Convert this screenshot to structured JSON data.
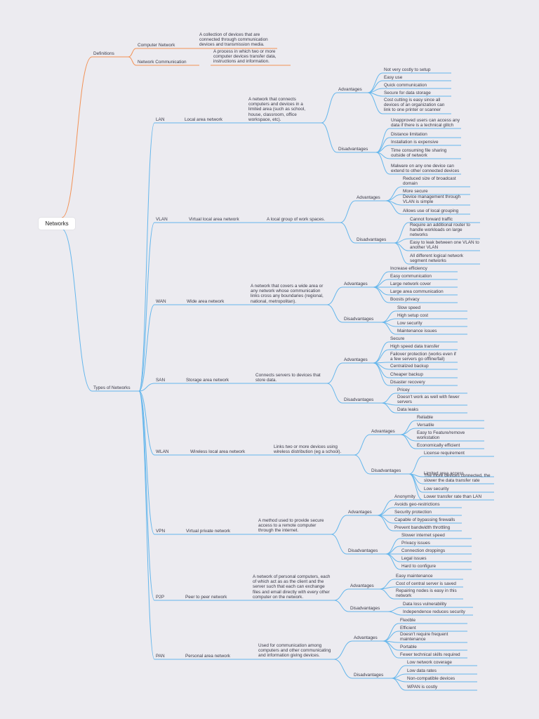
{
  "root": {
    "label": "Networks"
  },
  "colors": {
    "definitions": "#f29155",
    "types": "#64b6ec",
    "background": "#ecebf0"
  },
  "definitions": {
    "label": "Definitions",
    "items": [
      {
        "label": "Computer Network",
        "text": "A collection of devices that are connected through communication devices and transmission media."
      },
      {
        "label": "Network Communication",
        "text": "A process in which two or more computer devices transfer data, instructions and information."
      }
    ]
  },
  "types": {
    "label": "Types of Networks",
    "items": [
      {
        "abbr": "LAN",
        "name": "Local area network",
        "description": "A network that connects computers and devices in a limited area (such as school, house, classroom, office workspace, etc).",
        "advantages": [
          "Not very costly to setup",
          "Easy use",
          "Quick communication",
          "Secure for data storage",
          "Cost cutting is easy since all devices of an organization can link to one printer or scanner"
        ],
        "disadvantages": [
          "Unapproved users can access any data if there is a technical glitch",
          "Distance limitation",
          "Installation is expensive",
          "Time consuming file sharing outside of network",
          "Malware on any one device can extend to other connected devices"
        ]
      },
      {
        "abbr": "VLAN",
        "name": "Virtual local area network",
        "description": "A local group of work spaces.",
        "advantages": [
          "Reduced size of broadcast domain",
          "More secure",
          "Device management through VLAN is simple",
          "Allows use of local grouping"
        ],
        "disadvantages": [
          "Cannot forward traffic",
          "Require an additional router to handle workloads on large networks",
          "Easy to leak between one VLAN to another VLAN",
          "All different logical network segment networks"
        ]
      },
      {
        "abbr": "WAN",
        "name": "Wide area network",
        "description": "A network that covers a wide area or any network whose communication links cross any boundaries (regional, national, metropolitan).",
        "advantages": [
          "Increase efficiency",
          "Easy communication",
          "Large network cover",
          "Large area communication",
          "Boosts privacy"
        ],
        "disadvantages": [
          "Slow speed",
          "High setup cost",
          "Low security",
          "Maintenance issues"
        ]
      },
      {
        "abbr": "SAN",
        "name": "Storage area network",
        "description": "Connects servers to devices that store data.",
        "advantages": [
          "Secure",
          "High speed data transfer",
          "Failover protection (works even if a few servers go offline/fail)",
          "Centralized backup",
          "Cheaper backup",
          "Disaster recovery"
        ],
        "disadvantages": [
          "Pricey",
          "Doesn't work as well with fewer servers",
          "Data leaks"
        ]
      },
      {
        "abbr": "WLAN",
        "name": "Wireless local area network",
        "description": "Links two or more devices using wireless distribution (eg a school).",
        "advantages": [
          "Reliable",
          "Versatile",
          "Easy to Feature/remove workstation",
          "Economically efficient"
        ],
        "disadvantages": [
          "License requirement",
          "Limited area access",
          "The more devices connected, the slower the data transfer rate",
          "Low security",
          "Lower transfer rate than LAN"
        ]
      },
      {
        "abbr": "VPN",
        "name": "Virtual private network",
        "description": "A method used to provide secure access to a remote computer through the internet.",
        "advantages": [
          "Anonymity",
          "Avoids geo-restrictions",
          "Security protection",
          "Capable of bypassing firewalls",
          "Prevent bandwidth throttling"
        ],
        "disadvantages": [
          "Slower internet speed",
          "Privacy issues",
          "Connection droppings",
          "Legal issues",
          "Hard to configure"
        ]
      },
      {
        "abbr": "P2P",
        "name": "Peer to peer network",
        "description": "A network of personal computers, each of which act as as the client and the server such that each can exchange files and email directly with every other computer on the network.",
        "advantages": [
          "Easy maintenance",
          "Cost of central server is saved",
          "Repairing nodes is easy in this network"
        ],
        "disadvantages": [
          "Data loss vulnerability",
          "Independence reduces security"
        ]
      },
      {
        "abbr": "PAN",
        "name": "Personal area network",
        "description": "Used for communication among computers and other communicating and information giving devices.",
        "advantages": [
          "Flexible",
          "Efficient",
          "Doesn't require frequent maintenance",
          "Portable",
          "Fewer technical skills required"
        ],
        "disadvantages": [
          "Low network coverage",
          "Low data rates",
          "Non-compatible devices",
          "WPAN is costly"
        ]
      }
    ]
  }
}
